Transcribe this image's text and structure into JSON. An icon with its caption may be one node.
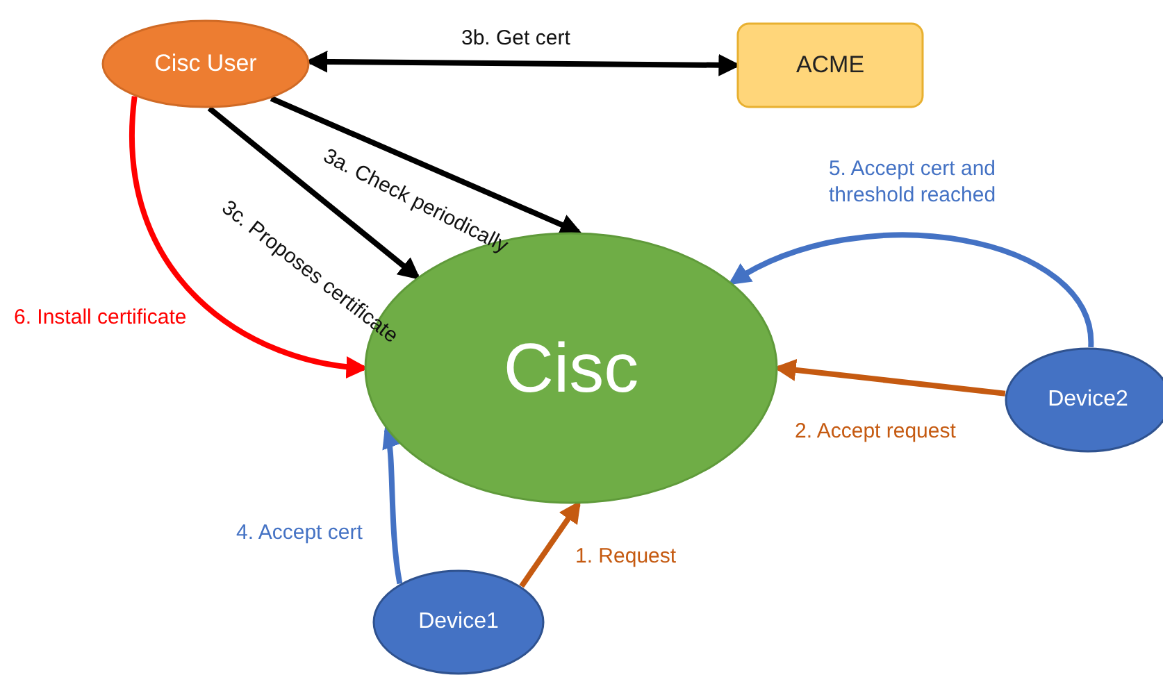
{
  "diagram": {
    "nodes": [
      {
        "text": [
          "Cisc User"
        ]
      },
      {
        "text": [
          "ACME"
        ]
      },
      {
        "text": [
          "Cisc"
        ]
      },
      {
        "text": [
          "Device2"
        ]
      },
      {
        "text": [
          "Device1"
        ]
      }
    ],
    "edges": [
      {
        "from": 0,
        "to": 1,
        "arrow": "both",
        "label": "3b. Get cert"
      },
      {
        "from": 0,
        "to": 2,
        "arrow": "to",
        "label": "3a. Check periodically"
      },
      {
        "from": 0,
        "to": 2,
        "arrow": "to",
        "label": "3c. Proposes certificate"
      },
      {
        "from": 0,
        "to": 2,
        "arrow": "to",
        "label": "6. Install certificate",
        "color": "#ff0000"
      },
      {
        "from": 3,
        "to": 2,
        "arrow": "to",
        "label": "5. Accept cert and threshold reached",
        "color": "#4472c4"
      },
      {
        "from": 3,
        "to": 2,
        "arrow": "to",
        "label": "2. Accept request",
        "color": "#c55a11"
      },
      {
        "from": 4,
        "to": 2,
        "arrow": "to",
        "label": "4. Accept cert",
        "color": "#4472c4"
      },
      {
        "from": 4,
        "to": 2,
        "arrow": "to",
        "label": "1. Request",
        "color": "#c55a11"
      }
    ]
  }
}
